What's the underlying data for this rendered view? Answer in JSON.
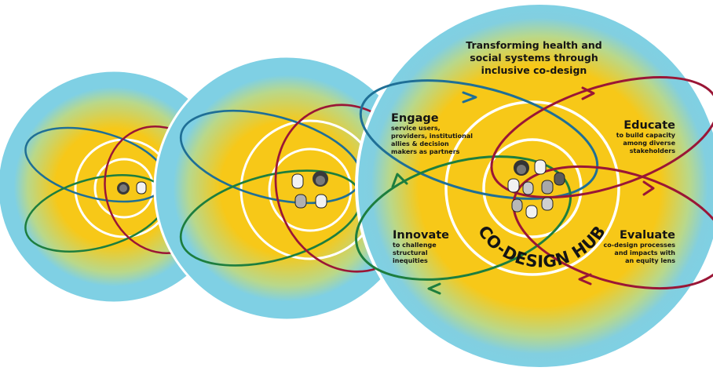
{
  "title": "Transforming health and\nsocial systems through\ninclusive co-design",
  "hub_label": "CO-DESIGN HUB",
  "quadrants": {
    "engage": {
      "heading": "Engage",
      "desc": "service users,\nproviders, institutional\nallies & decision\nmakers as partners"
    },
    "educate": {
      "heading": "Educate",
      "desc": "to build capacity\namong diverse\nstakeholders"
    },
    "innovate": {
      "heading": "Innovate",
      "desc": "to challenge\nstructural\ninequities"
    },
    "evaluate": {
      "heading": "Evaluate",
      "desc": "co-design processes\nand impacts with\nan equity lens"
    }
  },
  "colors": {
    "outer": "#7fd0e4",
    "inner": "#f7c818",
    "teal": "#1f6f96",
    "green": "#1d7e3e",
    "crimson": "#9a1636",
    "ring": "#ffffff"
  },
  "icons": [
    "face-icon",
    "face-icon",
    "face-icon",
    "face-icon",
    "face-icon",
    "face-icon",
    "face-icon",
    "face-icon",
    "face-icon"
  ]
}
